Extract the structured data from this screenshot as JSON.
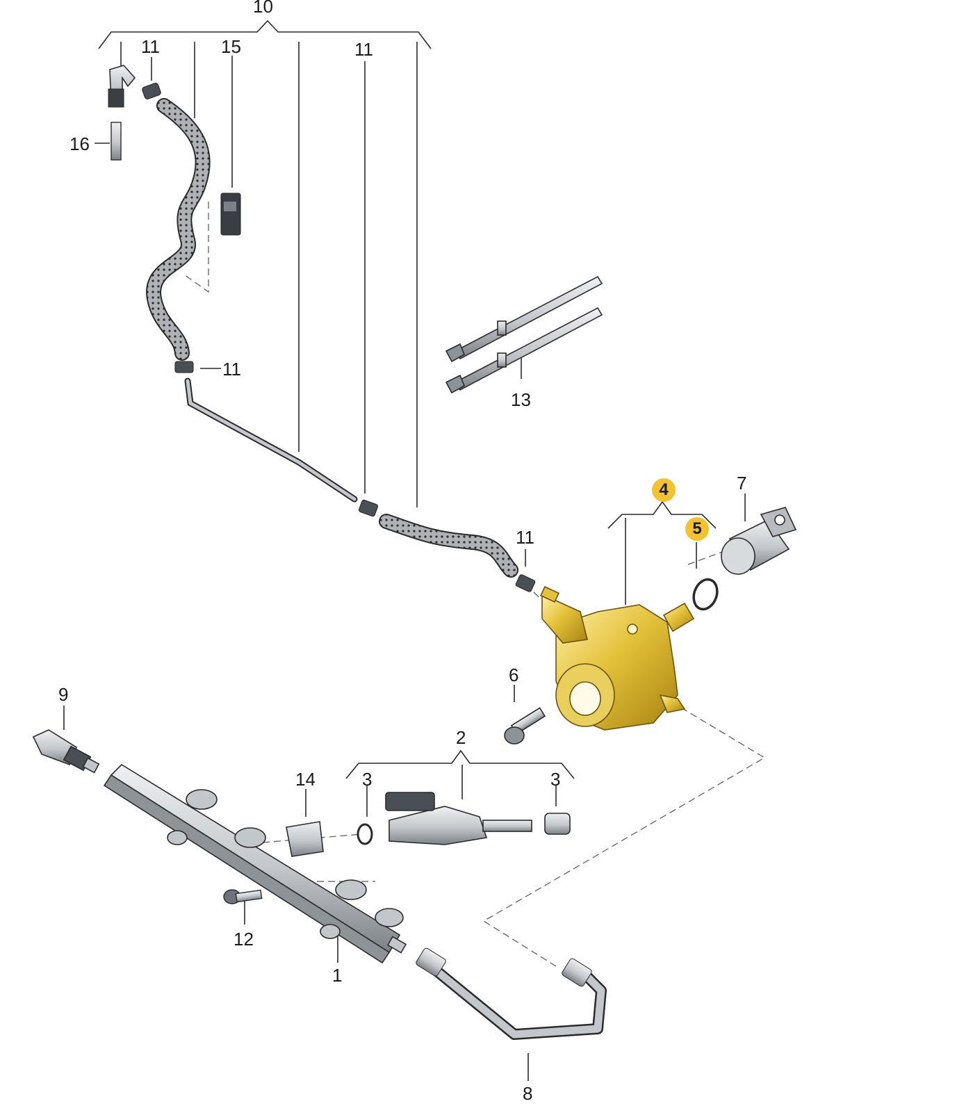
{
  "callouts": {
    "c1": "1",
    "c2": "2",
    "c3a": "3",
    "c3b": "3",
    "c4": "4",
    "c5": "5",
    "c6": "6",
    "c7": "7",
    "c8": "8",
    "c9": "9",
    "c10": "10",
    "c11a": "11",
    "c11b": "11",
    "c11c": "11",
    "c11d": "11",
    "c12": "12",
    "c13": "13",
    "c14": "14",
    "c15": "15",
    "c16": "16"
  },
  "highlighted_callouts": [
    "4",
    "5"
  ],
  "colors": {
    "line": "#2a2a2a",
    "part_gray": "#c9cdd1",
    "part_dark": "#5c6166",
    "pump_yellow": "#e3c13a",
    "pump_shadow": "#b8921a",
    "highlight": "#f2c230"
  }
}
